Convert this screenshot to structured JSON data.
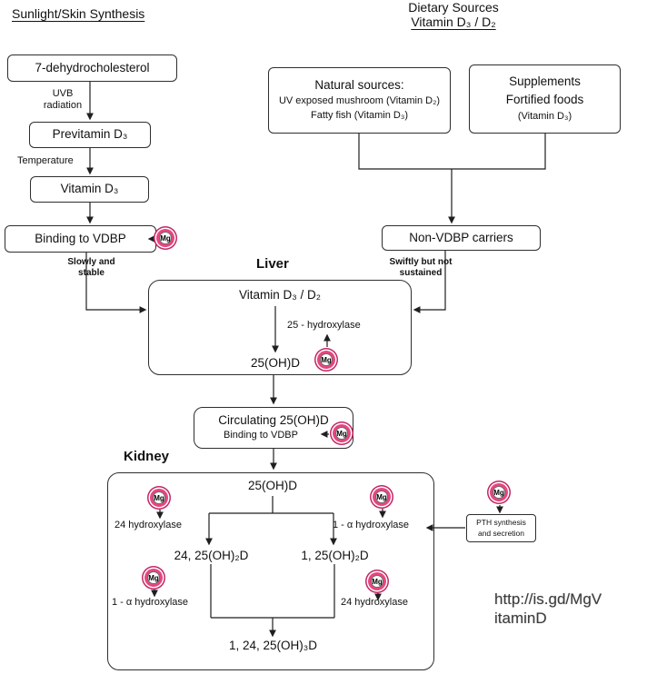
{
  "colors": {
    "mg_ring": "#e8457f",
    "mg_ring_dark": "#c02765",
    "line": "#1f1f1f"
  },
  "headings": {
    "sunlight": "Sunlight/Skin Synthesis",
    "dietary_line1": "Dietary Sources",
    "dietary_line2": "Vitamin D₃ / D₂"
  },
  "mg_label": "Mg",
  "sunlight_pathway": {
    "dehydrocholesterol": "7-dehydrocholesterol",
    "uvb": "UVB\nradiation",
    "previtamin": "Previtamin D₃",
    "temperature": "Temperature",
    "vitamin_d3": "Vitamin D₃",
    "binding_vdbp": "Binding to VDBP",
    "slowly": "Slowly and\nstable"
  },
  "dietary_pathway": {
    "natural_title": "Natural sources:",
    "natural_mushroom": "UV exposed mushroom (Vitamin D₂)",
    "natural_fish": "Fatty fish (Vitamin D₃)",
    "supplements": "Supplements",
    "fortified": "Fortified foods",
    "supplement_form": "(Vitamin D₃)",
    "non_vdbp": "Non-VDBP carriers",
    "swiftly": "Swiftly but not\nsustained"
  },
  "liver": {
    "title": "Liver",
    "substrate": "Vitamin D₃ / D₂",
    "enzyme": "25 - hydroxylase",
    "product": "25(OH)D"
  },
  "circulation": {
    "title": "Circulating 25(OH)D",
    "binding": "Binding to VDBP"
  },
  "kidney": {
    "title": "Kidney",
    "substrate": "25(OH)D",
    "enzyme_24_upper": "24 hydroxylase",
    "enzyme_1alpha_upper": "1 - α  hydroxylase",
    "product_24_25": "24, 25(OH)₂D",
    "product_1_25": "1, 25(OH)₂D",
    "enzyme_1alpha_lower": "1 - α  hydroxylase",
    "enzyme_24_lower": "24 hydroxylase",
    "final_product": "1, 24, 25(OH)₃D"
  },
  "pth": {
    "label": "PTH synthesis\nand secretion"
  },
  "watermark": "http://is.gd/MgV\nitaminD"
}
